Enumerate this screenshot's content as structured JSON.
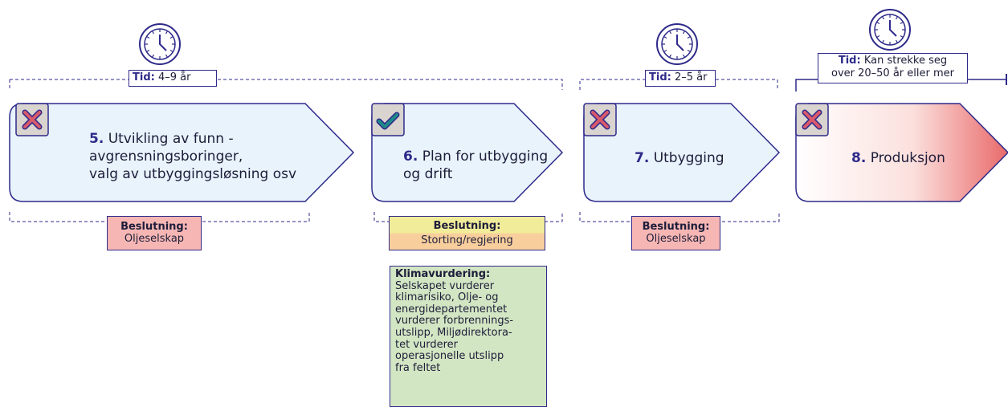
{
  "stages": [
    {
      "number": "5.",
      "title_lines": [
        "Utvikling av funn -",
        "avgrensningsboringer,",
        "valg av utbyggingsløsning osv"
      ],
      "status": "cross-icon"
    },
    {
      "number": "6.",
      "title_lines": [
        "Plan for utbygging",
        "og drift"
      ],
      "status": "check-icon"
    },
    {
      "number": "7.",
      "title_lines": [
        "Utbygging"
      ],
      "status": "cross-icon"
    },
    {
      "number": "8.",
      "title_lines": [
        "Produksjon"
      ],
      "status": "cross-icon"
    }
  ],
  "tid": [
    {
      "label": "Tid:",
      "value": "4–9 år"
    },
    {
      "label": "Tid:",
      "value": "2–5 år"
    },
    {
      "label": "Tid:",
      "value_lines": [
        "Kan strekke seg",
        "over 20–50 år eller mer"
      ]
    }
  ],
  "decisions": [
    {
      "label": "Beslutning:",
      "value": "Oljeselskap"
    },
    {
      "label": "Beslutning:",
      "value": "Storting/regjering"
    },
    {
      "label": "Beslutning:",
      "value": "Oljeselskap"
    }
  ],
  "klima": {
    "label": "Klimavurdering:",
    "lines": [
      "Selskapet vurderer",
      "klimarisiko, Olje- og",
      "energidepartementet",
      "vurderer forbrennings-",
      "utslipp, Miljødirektora-",
      "tet vurderer",
      "operasjonelle utslipp",
      "fra feltet"
    ]
  },
  "colors": {
    "navy": "#2e2a8a",
    "stage_fill": "#e8f3fc",
    "production_gradient_start": "#ffffff",
    "production_gradient_end": "#e96a6a",
    "decision_pink": "#f6b7b4",
    "decision_yellow": "#f1ec9a",
    "decision_orange": "#f8cf9c",
    "klima_green": "#d3e6c3",
    "icon_bg": "#d9d4d0",
    "cross": "#d9596c",
    "check": "#1e8a8a"
  }
}
